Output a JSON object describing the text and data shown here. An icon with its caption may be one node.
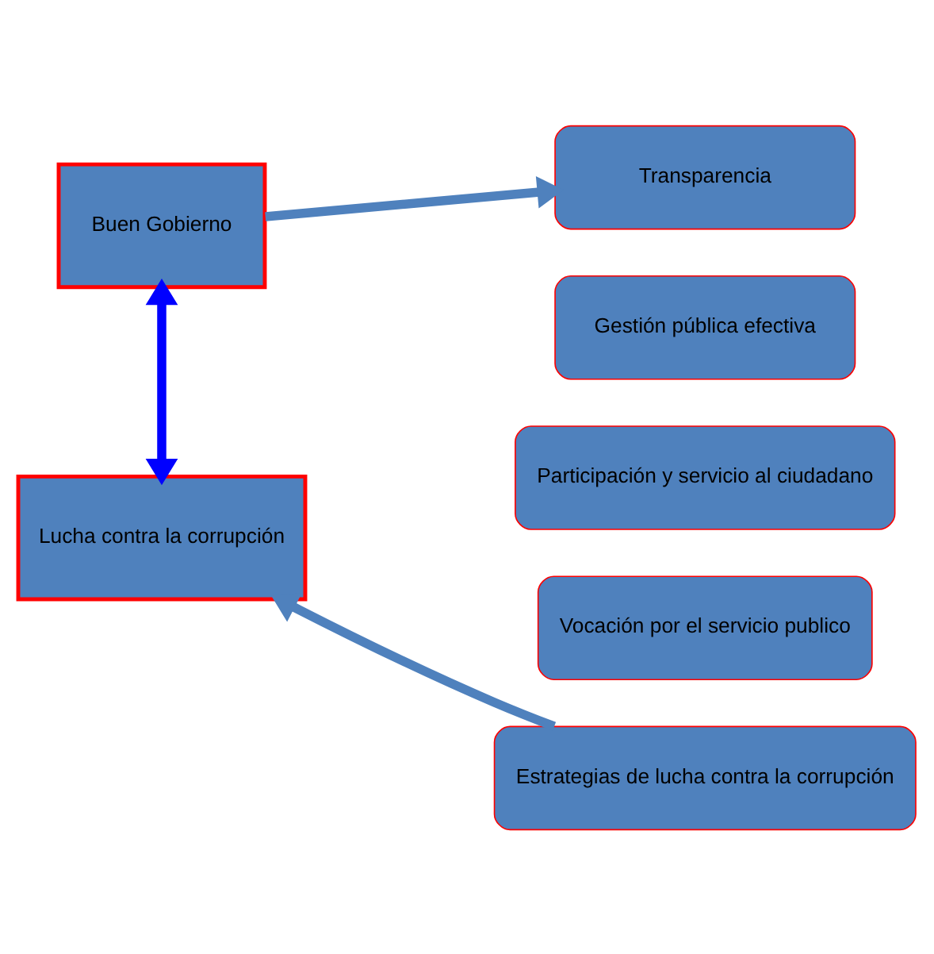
{
  "diagram": {
    "nodes": [
      {
        "text": [
          "Buen Gobierno"
        ]
      },
      {
        "text": [
          "Lucha contra la corrupción"
        ]
      },
      {
        "text": [
          "Transparencia"
        ]
      },
      {
        "text": [
          "Gestión pública efectiva"
        ]
      },
      {
        "text": [
          "Participación y servicio al ciudadano"
        ]
      },
      {
        "text": [
          "Vocación por el servicio publico"
        ]
      },
      {
        "text": [
          "Estrategias de lucha contra la corrupción"
        ]
      }
    ],
    "edges": [
      {
        "from": 0,
        "to": 2,
        "arrow": "to"
      },
      {
        "from": 0,
        "to": 1,
        "arrow": "both",
        "color": "#0000ff"
      },
      {
        "from": 6,
        "to": 1,
        "arrow": "to"
      }
    ]
  }
}
